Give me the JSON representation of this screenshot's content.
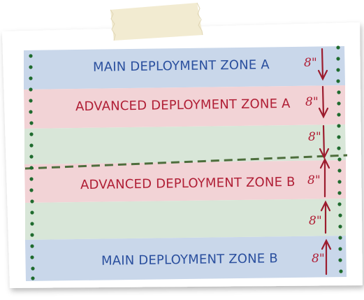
{
  "colors": {
    "main_zone": "#c9d7ea",
    "advanced_zone": "#f2d3d6",
    "neutral_zone": "#d8e6d8",
    "blue_text": "#2a4f9e",
    "red_text": "#b01e35",
    "arrow": "#9c1c2e",
    "dots": "#1f6b2e",
    "midline": "#4d6e3c",
    "tape": "#f1e9cd"
  },
  "zones": {
    "main_a": "MAIN DEPLOYMENT ZONE A",
    "advanced_a": "ADVANCED DEPLOYMENT ZONE A",
    "advanced_b": "ADVANCED DEPLOYMENT ZONE B",
    "main_b": "MAIN DEPLOYMENT ZONE B"
  },
  "measurements": {
    "m1": "8\"",
    "m2": "8\"",
    "m3": "8\"",
    "m4": "8\"",
    "m5": "8\"",
    "m6": "8\""
  },
  "icons": {
    "down_arrow": "arrow-down-icon",
    "up_arrow": "arrow-up-icon",
    "tape": "masking-tape-icon"
  }
}
